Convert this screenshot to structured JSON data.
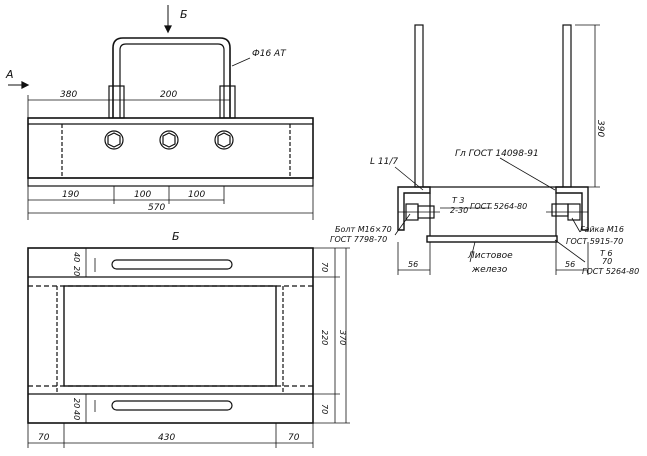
{
  "views": {
    "front": {
      "arrow_a": "A",
      "arrow_b": "Б",
      "rod_label": "Ф16 АТ",
      "dim_left_top": "380",
      "dim_between_rods": "200",
      "dim_bottom_left": "190",
      "dim_bottom_mid1": "100",
      "dim_bottom_mid2": "100",
      "dim_bottom_total": "570"
    },
    "side": {
      "dim_height": "390",
      "angle_label": "L 11/7",
      "gost_angle": "Гл ГОСТ 14098-91",
      "bolt_label": "Болт М16×70",
      "bolt_gost": "ГОСТ 7798-70",
      "washer_num": "Т 3",
      "washer_den": "2-30",
      "washer_gost": "ГОСТ 5264-80",
      "nut_label": "Гайка М16",
      "nut_gost": "ГОСТ 5915-70",
      "weld_num": "Т 6",
      "weld_den": "70",
      "weld_gost": "ГОСТ 5264-80",
      "base_label": "Листовое",
      "base_label2": "железо",
      "dim_left": "56",
      "dim_right": "56"
    },
    "top": {
      "view_label": "Б",
      "dim_right_top": "70",
      "dim_right_inner": "220",
      "dim_right_total": "370",
      "dim_right_bottom": "70",
      "dim_left_40a": "40",
      "dim_left_20a": "20",
      "dim_left_20b": "20",
      "dim_left_40b": "40",
      "dim_bottom_left": "70",
      "dim_bottom_mid": "430",
      "dim_bottom_right": "70"
    }
  }
}
